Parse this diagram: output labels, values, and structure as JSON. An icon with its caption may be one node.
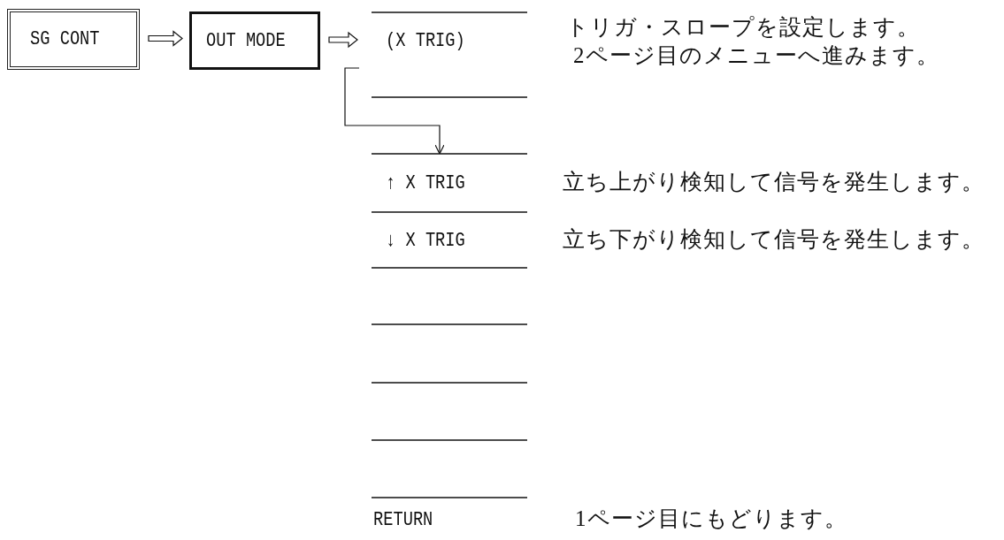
{
  "diagram": {
    "nodes": [
      {
        "text": [
          "SG CONT"
        ]
      },
      {
        "text": [
          "OUT MODE"
        ]
      },
      {
        "text": [
          "(X TRIG)"
        ]
      },
      {
        "text": [
          "↑ X TRIG"
        ]
      },
      {
        "text": [
          "↓ X TRIG"
        ]
      },
      {
        "text": [
          "RETURN"
        ]
      }
    ],
    "edges": [
      {
        "from": 0,
        "to": 1,
        "arrow": "to"
      },
      {
        "from": 1,
        "to": 2,
        "arrow": "to"
      },
      {
        "from": 2,
        "to": 3,
        "arrow": "to"
      }
    ],
    "labels": [
      "トリガ・スロープを設定します。",
      "2ページ目のメニューへ進みます。",
      "立ち上がり検知して信号を発生します。",
      "立ち下がり検知して信号を発生します。",
      "1ページ目にもどります。"
    ]
  }
}
